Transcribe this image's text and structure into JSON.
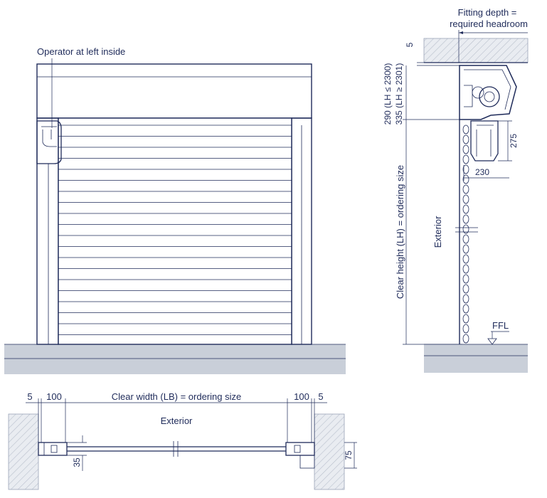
{
  "colors": {
    "line": "#1f2b5a",
    "wall_hatch": "#b9c0cd",
    "floor": "#c9cfd9"
  },
  "front_view": {
    "operator_label": "Operator at left inside"
  },
  "side_view": {
    "fitting_depth_line1": "Fitting depth =",
    "fitting_depth_line2": "required headroom",
    "dim_top_gap": "5",
    "dim_headroom_a": "290 (LH ≤ 2300)",
    "dim_headroom_b": "335 (LH ≥ 2301)",
    "dim_operator_height": "275",
    "dim_operator_depth": "230",
    "clear_height_label": "Clear height (LH) = ordering size",
    "exterior_label": "Exterior",
    "ffl_label": "FFL"
  },
  "plan_view": {
    "dim_left_gap": "5",
    "dim_left_guide": "100",
    "clear_width_label": "Clear width (LB) = ordering size",
    "dim_right_guide": "100",
    "dim_right_gap": "5",
    "exterior_label": "Exterior",
    "dim_guide_depth": "35",
    "dim_wall_depth": "75"
  }
}
